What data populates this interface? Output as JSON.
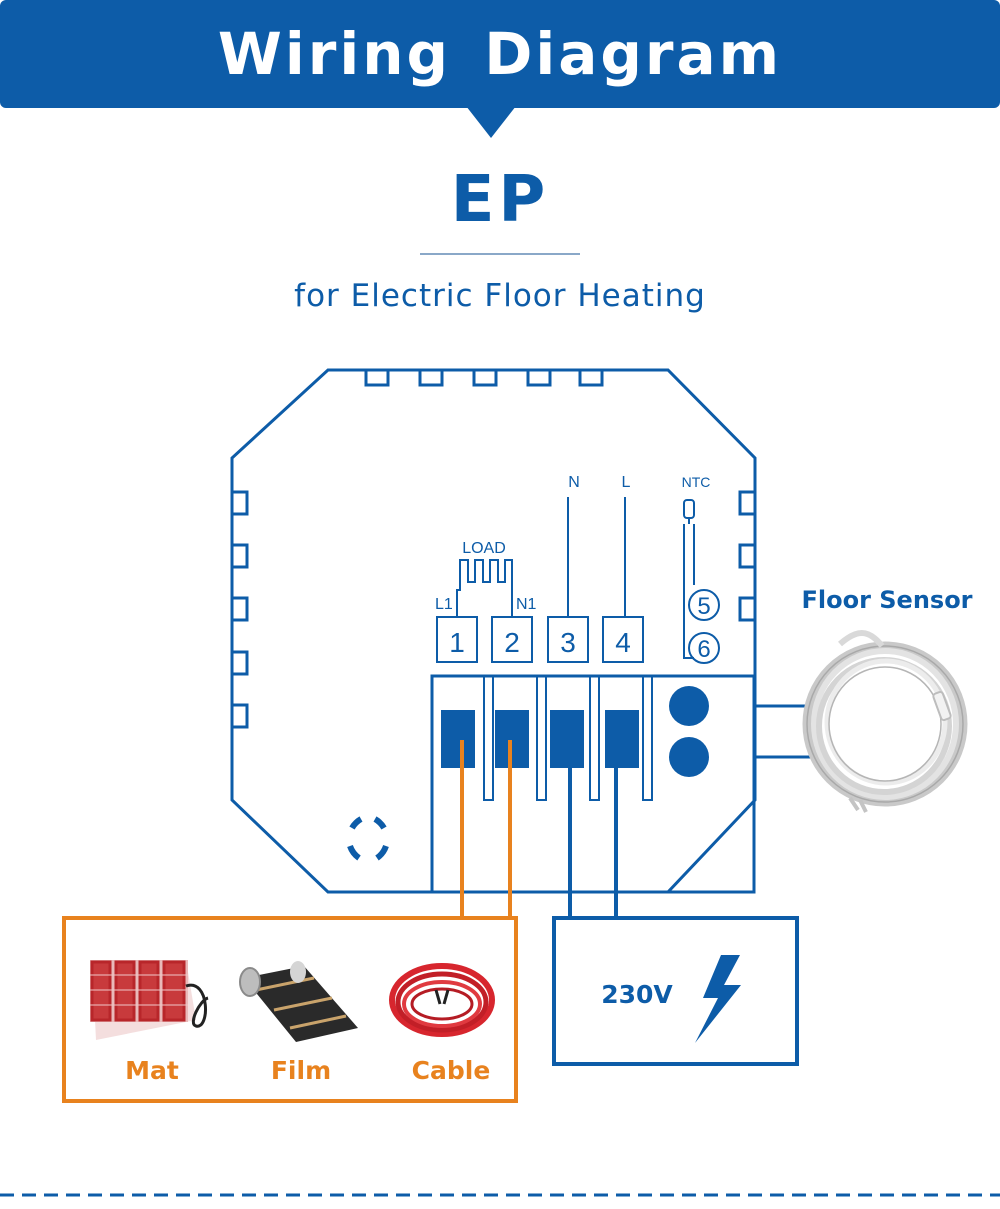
{
  "header": {
    "title": "Wiring  Diagram",
    "model": "EP",
    "subtitle": "for Electric Floor Heating"
  },
  "terminals": {
    "load_label": "LOAD",
    "l1_label": "L1",
    "n1_label": "N1",
    "n_label": "N",
    "l_label": "L",
    "ntc_label": "NTC",
    "numbers": [
      "1",
      "2",
      "3",
      "4"
    ],
    "sensor_numbers": [
      "5",
      "6"
    ]
  },
  "floor_sensor": {
    "label": "Floor Sensor"
  },
  "heating_types": [
    {
      "label": "Mat",
      "icon": "heating-mat-icon"
    },
    {
      "label": "Film",
      "icon": "heating-film-icon"
    },
    {
      "label": "Cable",
      "icon": "heating-cable-icon"
    }
  ],
  "power": {
    "label": "230V",
    "icon": "lightning-bolt-icon"
  },
  "colors": {
    "primary_blue": "#0d5ca8",
    "load_orange": "#e8821e",
    "mat_red": "#b8262a",
    "cable_red": "#d7262e"
  }
}
